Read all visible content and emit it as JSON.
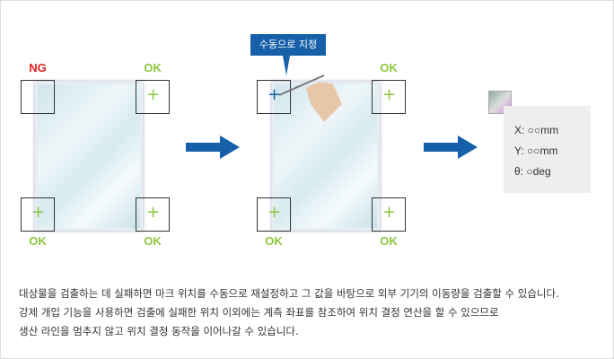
{
  "panel1": {
    "labels": [
      "NG",
      "OK",
      "OK",
      "OK"
    ]
  },
  "panel2": {
    "callout": "수동으로 지정",
    "labels": [
      "OK",
      "OK",
      "OK"
    ]
  },
  "readout": {
    "x": "X: ○○mm",
    "y": "Y: ○○mm",
    "theta": "θ: ○deg"
  },
  "description": [
    "대상물을 검출하는 데 실패하면 마크 위치를 수동으로 재설정하고 그 값을 바탕으로 외부 기기의 이동량을 검출할 수 있습니다.",
    "강제 개입 기능을 사용하면 검출에 실패한 위치 이외에는 계측 좌표를 참조하여 위치 결정 연산을 할 수 있으므로",
    "생산 라인을 멈추지 않고 위치 결정 동작을 이어나갈 수 있습니다."
  ],
  "colors": {
    "ok": "#8cc63f",
    "ng": "#e02020",
    "accent": "#1560a8"
  }
}
